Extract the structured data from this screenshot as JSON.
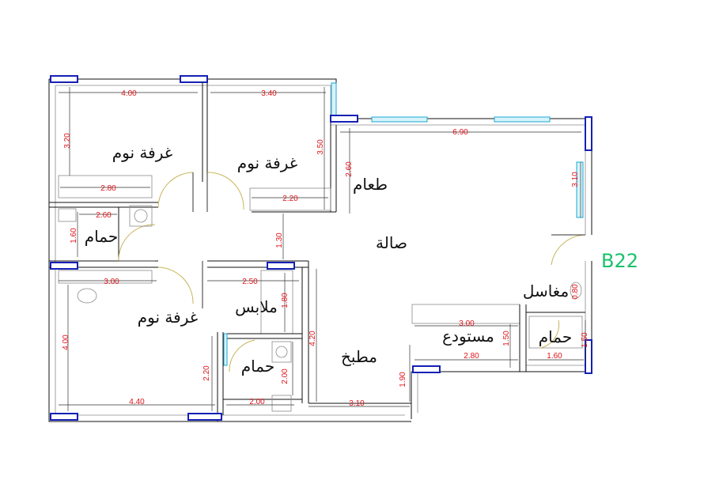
{
  "plan_code": "B22",
  "colors": {
    "walls": "#111111",
    "dimensions": "#e0141b",
    "columns": "#1520b5",
    "windows": "#19a8d0",
    "code": "#19c26b"
  },
  "rooms": {
    "bedroom_top_left": "غرفة نوم",
    "bedroom_top_middle": "غرفة نوم",
    "bedroom_bottom_left": "غرفة نوم",
    "dining": "طعام",
    "hall": "صالة",
    "bath_left": "حمام",
    "bath_bottom": "حمام",
    "bath_right": "حمام",
    "closet": "ملابس",
    "kitchen": "مطبخ",
    "storage": "مستودع",
    "sinks": "مغاسل"
  },
  "dimensions": {
    "d_400_top": "4.00",
    "d_340": "3.40",
    "d_320": "3.20",
    "d_350": "3.50",
    "d_690": "6.90",
    "d_260_dining": "2.60",
    "d_280_bed": "2.80",
    "d_220_bed": "2.20",
    "d_310_right": "3.10",
    "d_260_bath": "2.60",
    "d_160_bath": "1.60",
    "d_130": "1.30",
    "d_300_left": "3.00",
    "d_250": "2.50",
    "d_180": "1.80",
    "d_400_left": "4.00",
    "d_420": "4.20",
    "d_220_bath": "2.20",
    "d_200_bath_v": "2.00",
    "d_200_bath_h": "2.00",
    "d_440": "4.40",
    "d_310_bottom": "3.10",
    "d_190": "1.90",
    "d_300_store": "3.00",
    "d_150_store": "1.50",
    "d_280_store": "2.80",
    "d_160_right": "1.60",
    "d_150_right": "1.50",
    "d_080": "0.80"
  }
}
